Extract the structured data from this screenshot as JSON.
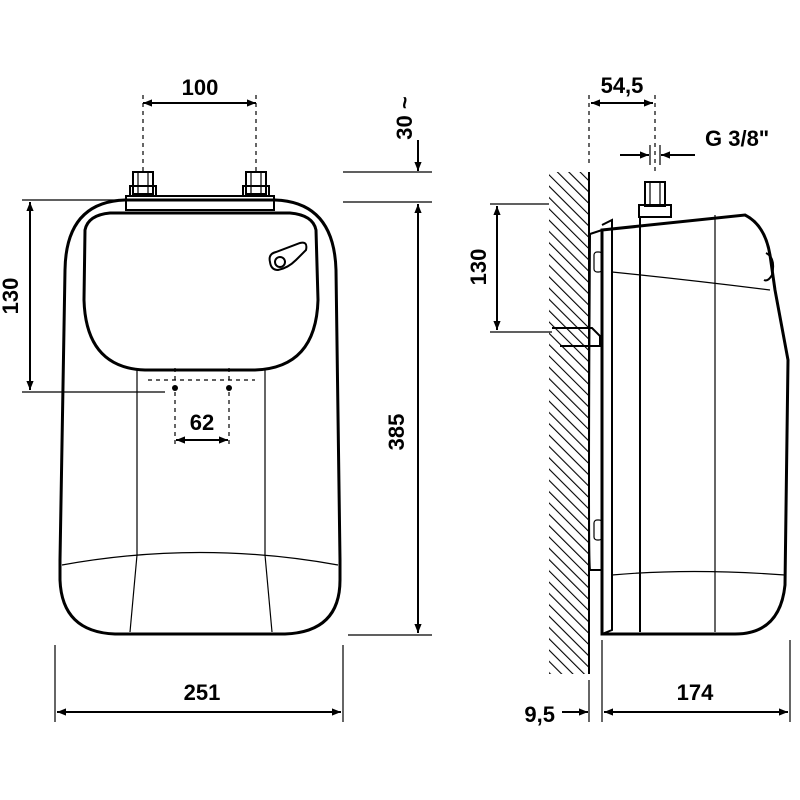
{
  "front_view": {
    "width_label": "251",
    "height_label": "385",
    "top_section_label": "130",
    "pipe_spacing_label": "100",
    "mount_spacing_label": "62",
    "clearance_label": "30 ~"
  },
  "side_view": {
    "depth_label": "174",
    "wall_gap_label": "9,5",
    "pipe_offset_label": "54,5",
    "thread_label": "G 3/8\"",
    "top_section_label": "130"
  }
}
